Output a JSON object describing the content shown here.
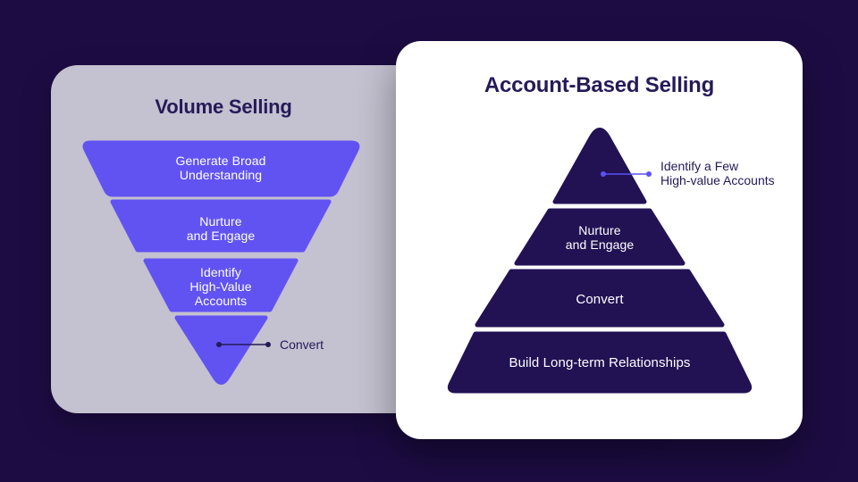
{
  "page": {
    "background_color": "#1d0c44"
  },
  "left_card": {
    "title": "Volume Selling",
    "background_color": "#c4c1d0",
    "funnel_color": "#6153f2",
    "label_color": "#ffffff",
    "segments": [
      {
        "lines": [
          "Generate Broad",
          "Understanding"
        ]
      },
      {
        "lines": [
          "Nurture",
          "and Engage"
        ]
      },
      {
        "lines": [
          "Identify",
          "High-Value",
          "Accounts"
        ]
      },
      {
        "lines": []
      }
    ],
    "callout": {
      "label": "Convert",
      "connector_color": "#241a57"
    }
  },
  "right_card": {
    "title": "Account-Based Selling",
    "background_color": "#ffffff",
    "pyramid_color": "#221254",
    "label_color": "#ffffff",
    "segments": [
      {
        "lines": []
      },
      {
        "lines": [
          "Nurture",
          "and Engage"
        ]
      },
      {
        "lines": [
          "Convert"
        ]
      },
      {
        "lines": [
          "Build Long-term Relationships"
        ]
      }
    ],
    "callout": {
      "lines": [
        "Identify a Few",
        "High-value Accounts"
      ],
      "connector_color": "#5b51f5"
    }
  }
}
